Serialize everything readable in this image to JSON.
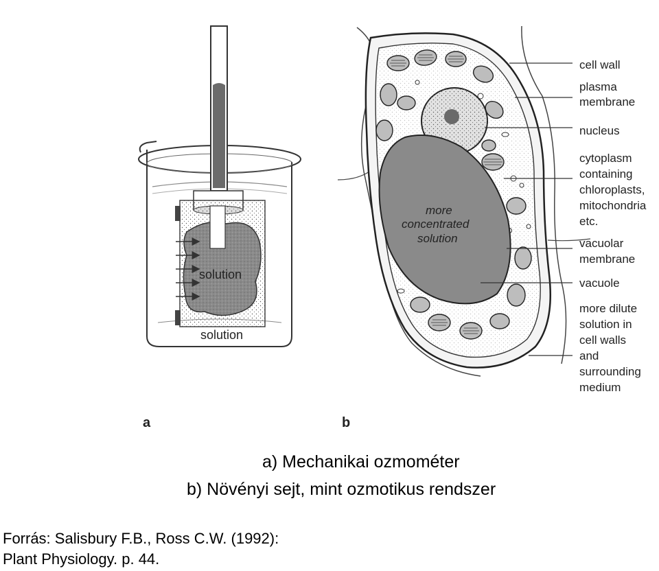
{
  "figure": {
    "panel_a": {
      "letter": "a",
      "inner_label": "solution",
      "beaker_label": "solution"
    },
    "panel_b": {
      "letter": "b",
      "vacuole_text": [
        "more",
        "concentrated",
        "solution"
      ],
      "labels": {
        "cell_wall": [
          "cell wall"
        ],
        "plasma_membrane": [
          "plasma",
          "membrane"
        ],
        "nucleus": [
          "nucleus"
        ],
        "cytoplasm": [
          "cytoplasm",
          "containing",
          "chloroplasts,",
          "mitochondria",
          "etc."
        ],
        "vacuolar_membrane": [
          "vacuolar",
          "membrane"
        ],
        "vacuole": [
          "vacuole"
        ],
        "dilute": [
          "more dilute",
          "solution in",
          "cell walls",
          "and",
          "surrounding",
          "medium"
        ]
      }
    }
  },
  "caption": {
    "line1": "a) Mechanikai ozmométer",
    "line2": "b) Növényi sejt, mint ozmotikus rendszer"
  },
  "source": {
    "line1": "Forrás: Salisbury F.B., Ross C.W. (1992):",
    "line2": "Plant Physiology. p. 44."
  }
}
